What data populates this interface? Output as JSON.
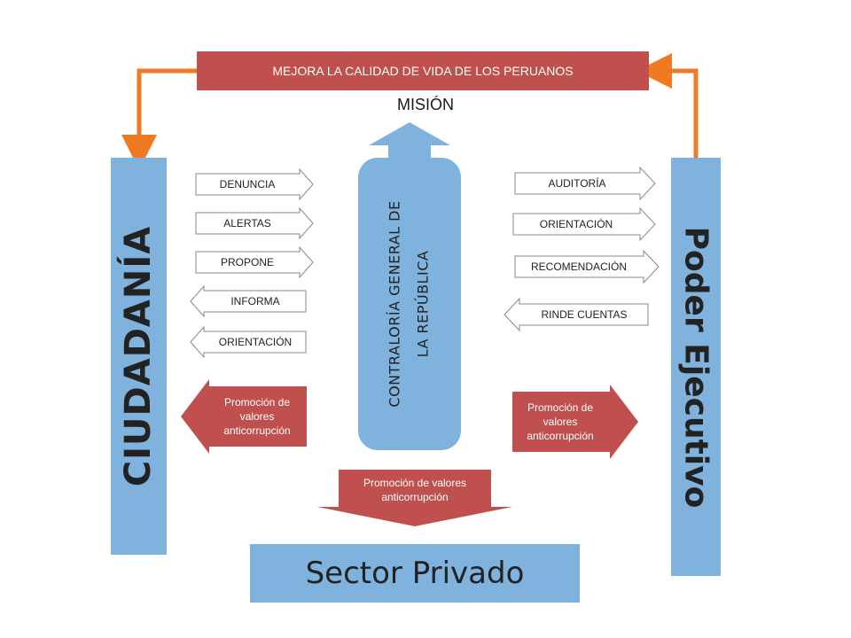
{
  "banner": "MEJORA LA CALIDAD DE VIDA DE LOS PERUANOS",
  "mision": "MISIÓN",
  "panels": {
    "ciudadania": "CIUDADANÍA",
    "ejecutivo": "Poder Ejecutivo",
    "contraloria_line1": "CONTRALORÍA GENERAL DE",
    "contraloria_line2": "LA REPÚBLICA",
    "privado": "Sector Privado"
  },
  "left_tags": [
    "DENUNCIA",
    "ALERTAS",
    "PROPONE",
    "INFORMA",
    "ORIENTACIÓN"
  ],
  "right_tags": [
    "AUDITORÍA",
    "ORIENTACIÓN",
    "RECOMENDACIÓN",
    "RINDE CUENTAS"
  ],
  "promo_left": "Promoción de valores anticorrupción",
  "promo_right": "Promoción de valores anticorrupción",
  "promo_bottom": "Promoción de valores anticorrupción",
  "colors": {
    "red": "#c0504d",
    "blue": "#7fb2dc",
    "orange": "#f07a22"
  }
}
